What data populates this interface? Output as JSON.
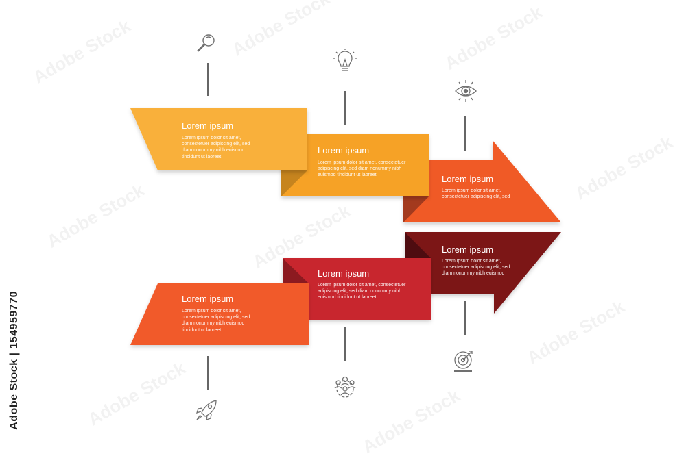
{
  "colors": {
    "step1": "#F9B03B",
    "step2": "#F6A227",
    "step3": "#F05A28",
    "step4": "#F15A2B",
    "step5": "#C8262F",
    "step6": "#7B1419",
    "line": "#333333",
    "icon": "#707070"
  },
  "steps": [
    {
      "title": "Lorem ipsum",
      "body": "Lorem ipsum dolor sit amet, consectetuer adipiscing elit, sed diam nonummy nibh euismod tincidunt ut laoreet",
      "icon": "magnifier-icon"
    },
    {
      "title": "Lorem ipsum",
      "body": "Lorem ipsum dolor sit amet, consectetuer adipiscing elit, sed diam nonummy nibh euismod tincidunt ut laoreet",
      "icon": "lightbulb-icon"
    },
    {
      "title": "Lorem ipsum",
      "body": "Lorem ipsum dolor sit amet, consectetuer adipiscing elit, sed",
      "icon": "eye-icon"
    },
    {
      "title": "Lorem ipsum",
      "body": "Lorem ipsum dolor sit amet, consectetuer adipiscing elit, sed diam nonummy nibh euismod tincidunt ut laoreet",
      "icon": "rocket-icon"
    },
    {
      "title": "Lorem ipsum",
      "body": "Lorem ipsum dolor sit amet, consectetuer adipiscing elit, sed diam nonummy nibh euismod tincidunt ut laoreet",
      "icon": "team-gear-icon"
    },
    {
      "title": "Lorem ipsum",
      "body": "Lorem ipsum dolor sit amet, consectetuer adipiscing elit, sed diam nonummy nibh euismod",
      "icon": "target-icon"
    }
  ],
  "stock_id": "| 154959770",
  "stock_brand": "Adobe Stock"
}
